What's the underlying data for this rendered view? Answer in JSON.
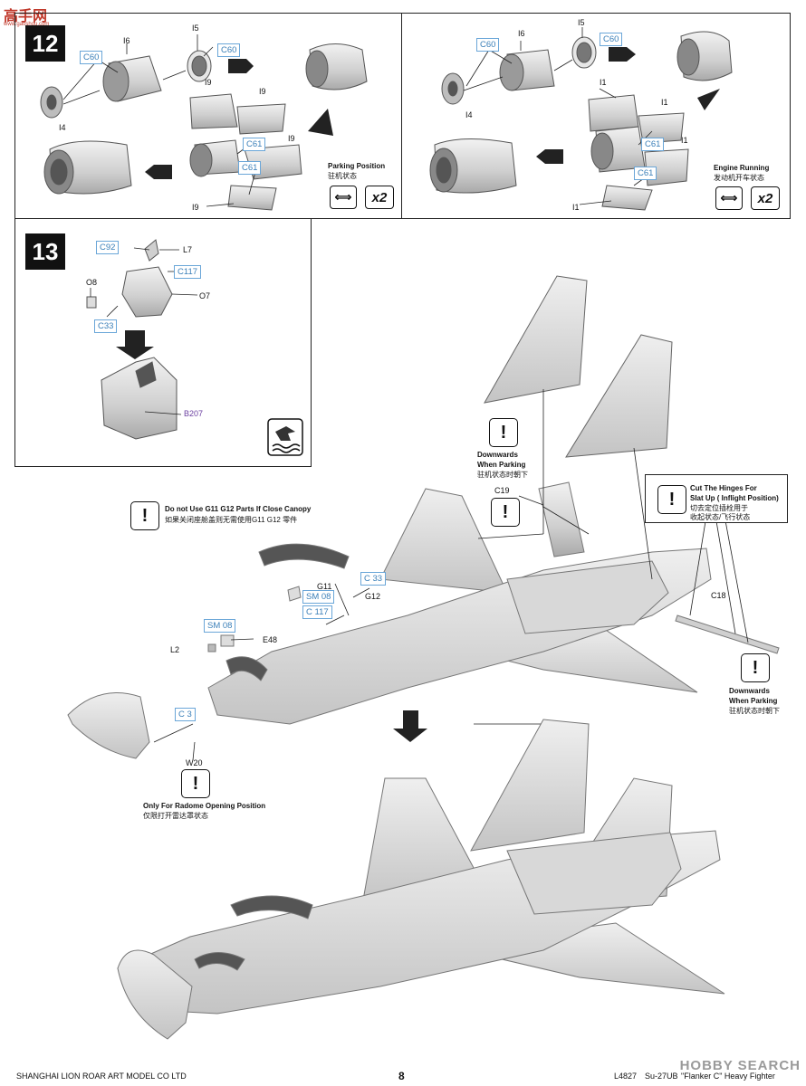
{
  "header": {
    "site_logo": "高手网",
    "site_url": "www.gaoshou.com"
  },
  "step12": {
    "number": "12",
    "left": {
      "labels": {
        "i6": "I6",
        "i5": "I5",
        "i4": "I4",
        "i9a": "I9",
        "i9b": "I9",
        "i9c": "I9",
        "i9d": "I9"
      },
      "callouts": {
        "c60a": "C60",
        "c60b": "C60",
        "c61a": "C61",
        "c61b": "C61"
      },
      "position_en": "Parking Position",
      "position_cn": "驻机状态",
      "multiplier": "x2"
    },
    "right": {
      "labels": {
        "i6": "I6",
        "i5": "I5",
        "i4": "I4",
        "i1a": "I1",
        "i1b": "I1",
        "i1c": "I1",
        "i1d": "I1"
      },
      "callouts": {
        "c60a": "C60",
        "c60b": "C60",
        "c61a": "C61",
        "c61b": "C61"
      },
      "position_en": "Engine Running",
      "position_cn": "发动机开车状态",
      "multiplier": "x2"
    }
  },
  "step13": {
    "number": "13",
    "labels": {
      "l7": "L7",
      "o8": "O8",
      "o7": "O7",
      "b207": "B207"
    },
    "callouts": {
      "c92": "C92",
      "c117": "C117",
      "c33": "C33"
    }
  },
  "main": {
    "labels": {
      "c19": "C19",
      "g11": "G11",
      "g12": "G12",
      "e48": "E48",
      "l2": "L2",
      "c18": "C18",
      "w20": "W20"
    },
    "callouts": {
      "c33": "C 33",
      "sm08a": "SM 08",
      "c117": "C 117",
      "sm08b": "SM 08",
      "c3": "C 3"
    },
    "notes": {
      "downwards_en_1": "Downwards",
      "downwards_en_2": "When Parking",
      "downwards_cn": "驻机状态时朝下",
      "canopy_en": "Do not Use G11 G12 Parts If Close Canopy",
      "canopy_cn": "如果关闭座舱盖则无需使用G11 G12 零件",
      "hinges_en_1": "Cut The Hinges For",
      "hinges_en_2": "Slat Up ( Inflight Position)",
      "hinges_cn_1": "切去定位插栓用于",
      "hinges_cn_2": "收起状态/飞行状态",
      "radome_en": "Only For Radome Opening Position",
      "radome_cn": "仅限打开雷达罩状态",
      "warn_symbol": "!"
    }
  },
  "footer": {
    "company": "SHANGHAI LION ROAR ART MODEL CO LTD",
    "page": "8",
    "kit": "L4827",
    "model": "Su-27UB",
    "subtitle": "\"Flanker C\" Heavy Fighter",
    "watermark": "HOBBY SEARCH"
  },
  "colors": {
    "callout_blue": "#3a7fb8",
    "part_grey": "#d6d6d6",
    "panel_border": "#222222"
  }
}
